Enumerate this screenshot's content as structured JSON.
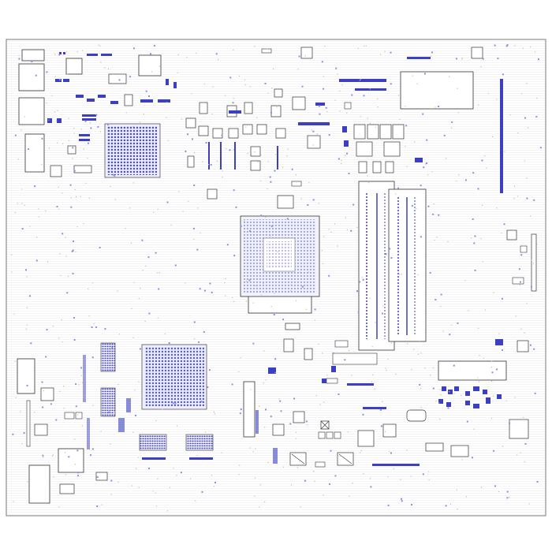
{
  "title": "",
  "colors": {
    "background": "#ffffff",
    "board_fill": "#fdfdfd",
    "board_outline": "#7a7a7a",
    "silkscreen": "#555555",
    "pad": "#3b3fc0",
    "pad_light": "#8a8fe0",
    "via": "#c8c08a",
    "hatch": "#e9e9ef"
  },
  "components": {
    "bga_chips": 3,
    "cpu_socket": 1,
    "dimm_slots": 2,
    "connectors": 9,
    "qfp_packages": 4,
    "passives": "many"
  }
}
